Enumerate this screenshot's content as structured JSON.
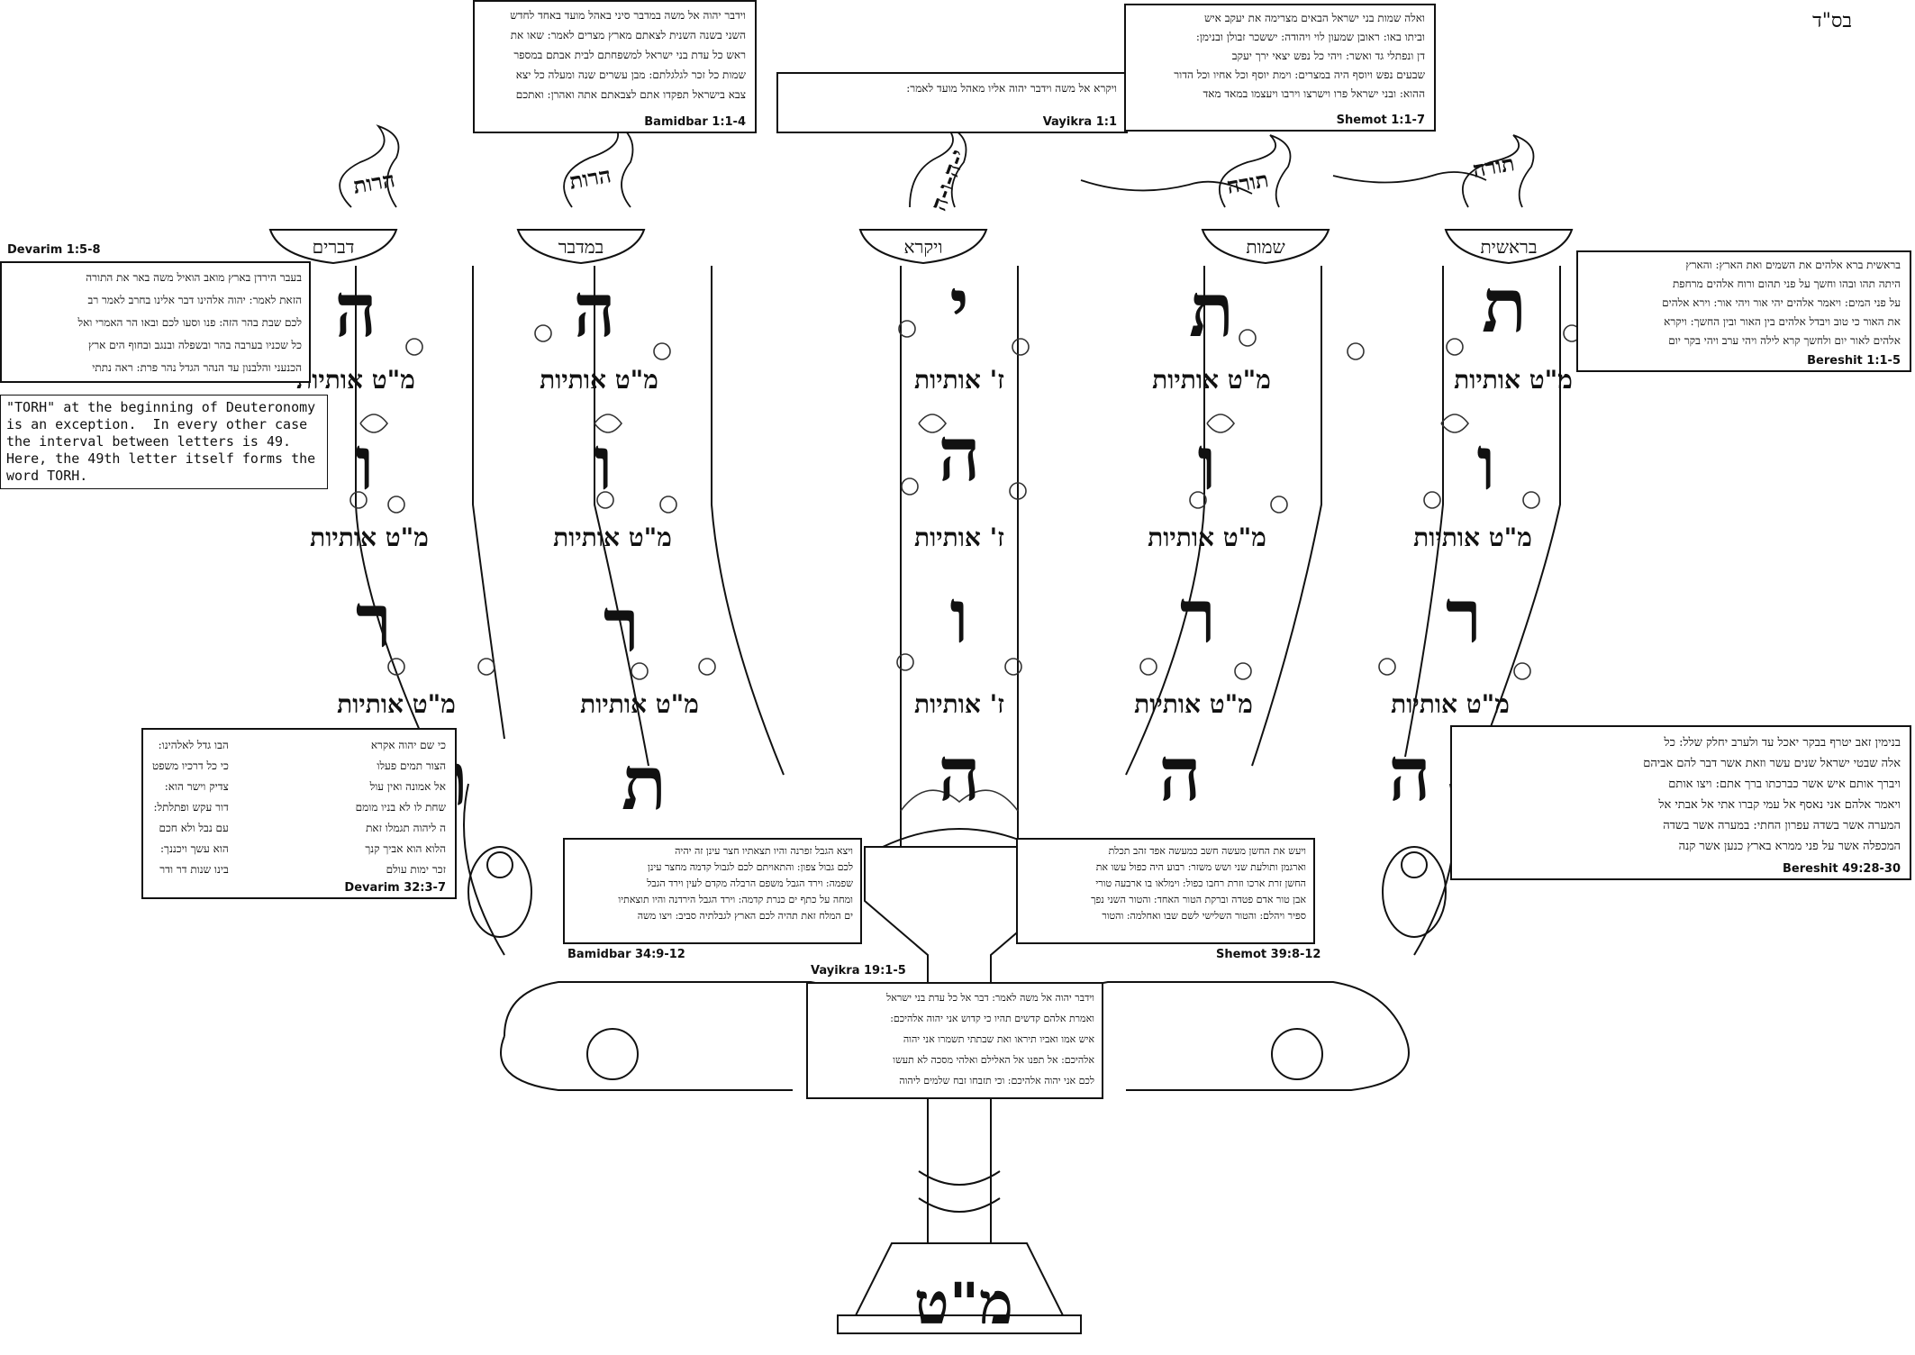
{
  "corner": "בס\"ד",
  "menorah": {
    "base_letter": "מ\"ט",
    "branches": [
      {
        "key": "bereshit",
        "book": "בראשית",
        "scroll": "תורה",
        "letters": [
          "ת",
          "ו",
          "ר",
          "ה"
        ],
        "interval": "מ\"ט אותיות"
      },
      {
        "key": "shemot",
        "book": "שמות",
        "scroll": "תורה",
        "letters": [
          "ת",
          "ו",
          "ר",
          "ה"
        ],
        "interval": "מ\"ט אותיות"
      },
      {
        "key": "vayikra",
        "book": "ויקרא",
        "scroll": "י-ה-ו-ה",
        "letters": [
          "י",
          "ה",
          "ו",
          "ה"
        ],
        "interval": "ז' אותיות"
      },
      {
        "key": "bamidbar",
        "book": "במדבר",
        "scroll": "הרות",
        "letters": [
          "ה",
          "ו",
          "ר",
          "ת"
        ],
        "interval": "מ\"ט אותיות"
      },
      {
        "key": "devarim",
        "book": "דברים",
        "scroll": "הרות",
        "letters": [
          "ה",
          "ו",
          "ר",
          "ת"
        ],
        "interval": "מ\"ט אותיות"
      }
    ]
  },
  "note": {
    "text": "\"TORH\" at the beginning of Deuteronomy\nis an exception.  In every other case\nthe interval between letters is 49.\nHere, the 49th letter itself forms the\nword TORH."
  },
  "passages": {
    "bamidbar_1": {
      "ref": "Bamidbar 1:1-4",
      "lines": [
        "וידבר יהוה אל משה במדבר סיני באהל מועד באחד לחדש",
        "השני בשנה השנית לצאתם מארץ מצרים לאמר: שאו את",
        "ראש כל עדת בני ישראל למשפחתם לבית אבתם במספר",
        "שמות כל זכר לגלגלתם: מבן עשרים שנה ומעלה כל יצא",
        "צבא בישראל תפקדו אתם לצבאתם אתה ואהרן: ואתכם"
      ]
    },
    "vayikra_1": {
      "ref": "Vayikra 1:1",
      "lines": [
        "ויקרא אל משה וידבר יהוה אליו מאהל מועד לאמר:"
      ]
    },
    "shemot_1": {
      "ref": "Shemot 1:1-7",
      "lines": [
        "ואלה שמות בני ישראל הבאים מצרימה את יעקב איש",
        "וביתו באו: ראובן שמעון לוי ויהודה: יששכר זבולן ובנימן:",
        "דן ונפתלי גד ואשר: ויהי כל נפש יצאי ירך יעקב",
        "שבעים נפש ויוסף היה במצרים: וימת יוסף וכל אחיו וכל הדור",
        "ההוא: ובני ישראל פרו וישרצו וירבו ויעצמו במאד מאד"
      ]
    },
    "devarim_1": {
      "ref": "Devarim 1:5-8",
      "lines": [
        "בעבר הירדן בארץ מואב הואיל משה באר את התורה",
        "הזאת לאמר: יהוה אלהינו דבר אלינו בחרב לאמר רב",
        "לכם שבת בהר הזה: פנו וסעו לכם ובאו הר האמרי ואל",
        "כל שכניו בערבה בהר ובשפלה ובנגב ובחוף הים ארץ",
        "הכנעני והלבנון עד הנהר הגדל נהר פרת: ראה נתתי"
      ]
    },
    "bereshit_1": {
      "ref": "Bereshit 1:1-5",
      "lines": [
        "בראשית ברא אלהים את השמים ואת הארץ: והארץ",
        "היתה תהו ובהו וחשך על פני תהום ורוח אלהים מרחפת",
        "על פני המים: ויאמר אלהים יהי אור ויהי אור: וירא אלהים",
        "את האור כי טוב ויבדל אלהים בין האור ובין החשך: ויקרא",
        "אלהים לאור יום ולחשך קרא לילה ויהי ערב ויהי בקר יום"
      ]
    },
    "devarim_32": {
      "ref": "Devarim 32:3-7",
      "left_lines": [
        "הבו גדל לאלהינו:",
        "כי כל דרכיו משפט",
        "צדיק וישר הוא:",
        "דור עקש ופתלתל:",
        "עם נבל ולא חכם",
        "הוא עשך ויכננך:",
        "בינו שנות דר ודר"
      ],
      "right_lines": [
        "כי שם יהוה אקרא",
        "הצור תמים פעלו",
        "אל אמונה ואין עול",
        "שחת לו לא בניו מומם",
        "ה ליהוה תגמלו זאת",
        "הלוא הוא אביך קנך",
        "זכר ימות עולם"
      ]
    },
    "bamidbar_34": {
      "ref": "Bamidbar 34:9-12",
      "lines": [
        "ויצא הגבל זפרנה והיו תצאתיו חצר עינן זה יהיה",
        "לכם גבול צפון: והתאויתם לכם לגבול קדמה מחצר עינן",
        "שפמה: וירד הגבל משפם הרבלה מקדם לעין וירד הגבל",
        "ומחה על כתף ים כנרת קדמה: וירד הגבל הירדנה והיו תוצאתיו",
        "ים המלח זאת תהיה לכם הארץ לגבלתיה סביב: ויצו משה"
      ]
    },
    "shemot_39": {
      "ref": "Shemot 39:8-12",
      "lines": [
        "ויעש את החשן מעשה חשב כמעשה אפד זהב תכלת",
        "וארגמן ותולעת שני ושש משזר: רבוע היה כפול עשו את",
        "החשן זרת ארכו וזרת רחבו כפול: וימלאו בו ארבעה טורי",
        "אבן טור אדם פטדה וברקת הטור האחד: והטור השני נפך",
        "ספיר ויהלם: והטור השלישי לשם שבו ואחלמה: והטור"
      ]
    },
    "bereshit_49": {
      "ref": "Bereshit 49:28-30",
      "lines": [
        "בנימין זאב יטרף בבקר יאכל עד ולערב יחלק שלל: כל",
        "אלה שבטי ישראל שנים עשר וזאת אשר דבר להם אביהם",
        "ויברך אותם איש אשר כברכתו ברך אתם: ויצו אותם",
        "ויאמר אלהם אני נאסף אל עמי קברו אתי אל אבתי אל",
        "המערה אשר בשדה עפרון החתי: במערה אשר בשדה",
        "המכפלה אשר על פני ממרא בארץ כנען אשר קנה"
      ]
    },
    "vayikra_19": {
      "ref": "Vayikra 19:1-5",
      "lines": [
        "וידבר יהוה אל משה לאמר: דבר אל כל עדת בני ישראל",
        "ואמרת אלהם קדשים תהיו כי קדוש אני יהוה אלהיכם:",
        "איש אמו ואביו תיראו ואת שבתתי תשמרו אני יהוה",
        "אלהיכם: אל תפנו אל האלילם ואלהי מסכה לא תעשו",
        "לכם אני יהוה אלהיכם: וכי תזבחו זבח שלמים ליהוה"
      ]
    }
  },
  "colors": {
    "ink": "#111111",
    "paper": "#ffffff",
    "ornament": "#333333"
  }
}
